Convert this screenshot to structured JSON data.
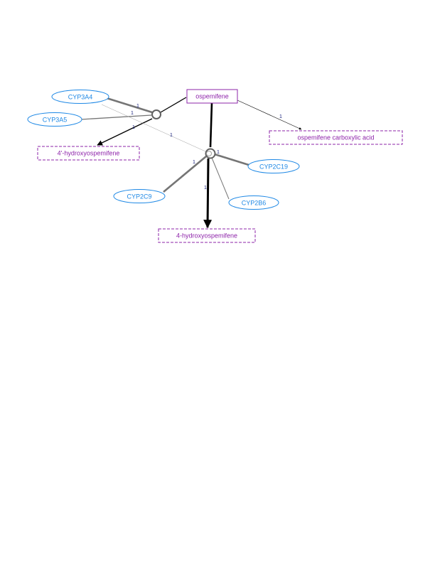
{
  "colors": {
    "substrate": "#8e24aa",
    "product": "#8e24aa",
    "enzyme": "#1e88e5",
    "edge": "#000000",
    "enzyme_edge": "#757575",
    "edge_label": "#1a237e"
  },
  "nodes": {
    "ospemifene": {
      "label": "ospemifene",
      "kind": "substrate"
    },
    "carboxylic": {
      "label": "ospemifene carboxylic acid",
      "kind": "product"
    },
    "hydroxy4prime": {
      "label": "4'-hydroxyospemifene",
      "kind": "product"
    },
    "hydroxy4": {
      "label": "4-hydroxyospemifene",
      "kind": "product"
    },
    "cyp3a4": {
      "label": "CYP3A4",
      "kind": "enzyme"
    },
    "cyp3a5": {
      "label": "CYP3A5",
      "kind": "enzyme"
    },
    "cyp2c19": {
      "label": "CYP2C19",
      "kind": "enzyme"
    },
    "cyp2c9": {
      "label": "CYP2C9",
      "kind": "enzyme"
    },
    "cyp2b6": {
      "label": "CYP2B6",
      "kind": "enzyme"
    }
  },
  "edge_labels": {
    "cyp3a4_r1": "1",
    "cyp3a5_r1": "1",
    "cyp3a4_r2": "1",
    "cyp3a4_r2b": "1",
    "carboxylic": "1",
    "cyp2c9_r2": "1",
    "cyp2c19_r2": "1",
    "hydroxy4": "1"
  }
}
